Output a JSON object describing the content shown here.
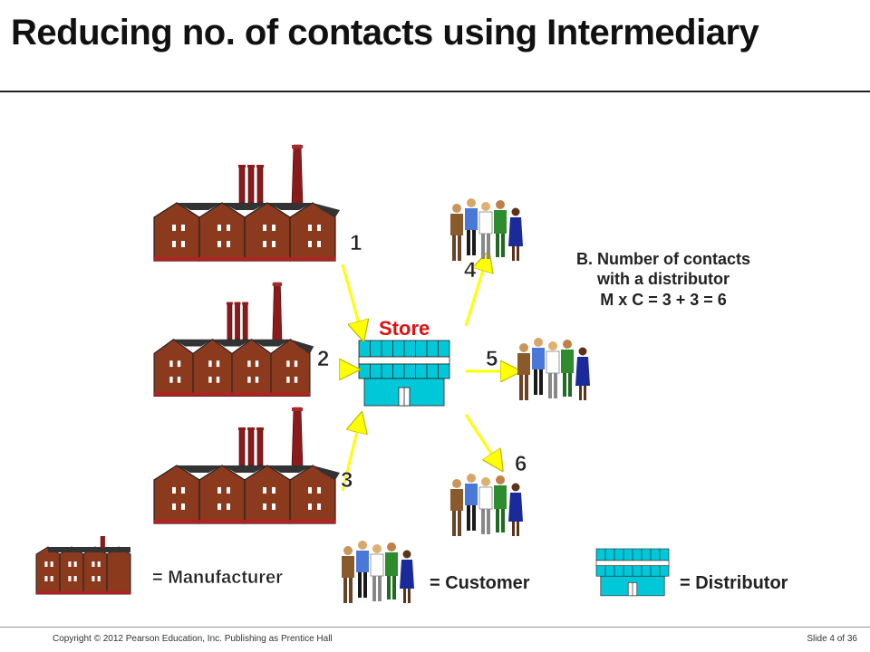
{
  "slide": {
    "title": "Reducing no. of contacts using Intermediary",
    "footer_copyright": "Copyright © 2012 Pearson Education, Inc. Publishing as Prentice Hall",
    "slide_number": "Slide 4 of 36"
  },
  "diagram": {
    "store_label": "Store",
    "connection_numbers": [
      "1",
      "2",
      "3",
      "4",
      "5",
      "6"
    ],
    "formula": {
      "line1": "B. Number of contacts",
      "line2": "with a distributor",
      "line3": "M x C = 3 + 3 = 6"
    },
    "legend": {
      "manufacturer": "= Manufacturer",
      "customer": "= Customer",
      "distributor": "= Distributor"
    },
    "colors": {
      "factory_wall": "#8b3a1e",
      "factory_roof": "#3a3a3a",
      "chimney": "#8b1a1a",
      "store": "#00c8d8",
      "arrow": "#ffff00",
      "store_label": "#e01010"
    }
  }
}
